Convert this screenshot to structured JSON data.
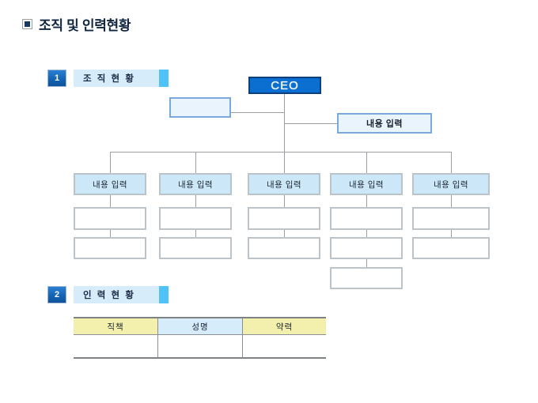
{
  "page": {
    "title": "조직 및 인력현황",
    "bullet_icon": "filled-square-bullet-icon"
  },
  "sections": [
    {
      "number": "1",
      "label": "조 직 현 황"
    },
    {
      "number": "2",
      "label": "인 력 현 황"
    }
  ],
  "org_chart": {
    "ceo": {
      "label": "CEO"
    },
    "aux_left": {
      "label": ""
    },
    "aux_right": {
      "label": "내용 입력"
    },
    "columns": [
      {
        "head": "내용 입력",
        "boxes": [
          "",
          ""
        ]
      },
      {
        "head": "내용 입력",
        "boxes": [
          "",
          ""
        ]
      },
      {
        "head": "내용 입력",
        "boxes": [
          "",
          ""
        ]
      },
      {
        "head": "내용 입력",
        "boxes": [
          "",
          "",
          ""
        ]
      },
      {
        "head": "내용 입력",
        "boxes": [
          "",
          ""
        ]
      }
    ]
  },
  "staff_table": {
    "headers": [
      "직책",
      "성명",
      "약력"
    ],
    "rows": [
      [
        "",
        "",
        ""
      ]
    ]
  },
  "colors": {
    "ceo_fill": "#0a6fd1",
    "ceo_border": "#0d3f7a",
    "dept_fill": "#cce8f8",
    "dept_border": "#b9c3c9",
    "accent_blue": "#4fc3f7",
    "bar_fill": "#d6ecfb",
    "table_header_yellow": "#f2f0ac",
    "table_header_blue": "#d6ecfb",
    "line": "#9a9fa4",
    "title_text": "#10253f"
  }
}
